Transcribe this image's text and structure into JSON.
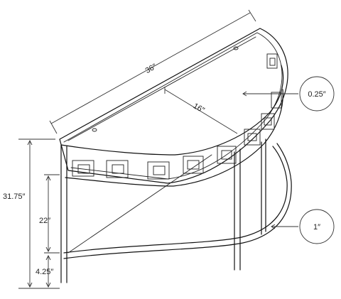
{
  "dimensions": {
    "width": "36″",
    "depth": "16″",
    "height": "31.75″",
    "shelf_height": "22″",
    "bottom_clearance": "4.25″",
    "glass_thickness": "0.25″",
    "tube_diameter": "1″"
  },
  "colors": {
    "line": "#111111",
    "text": "#222222"
  }
}
